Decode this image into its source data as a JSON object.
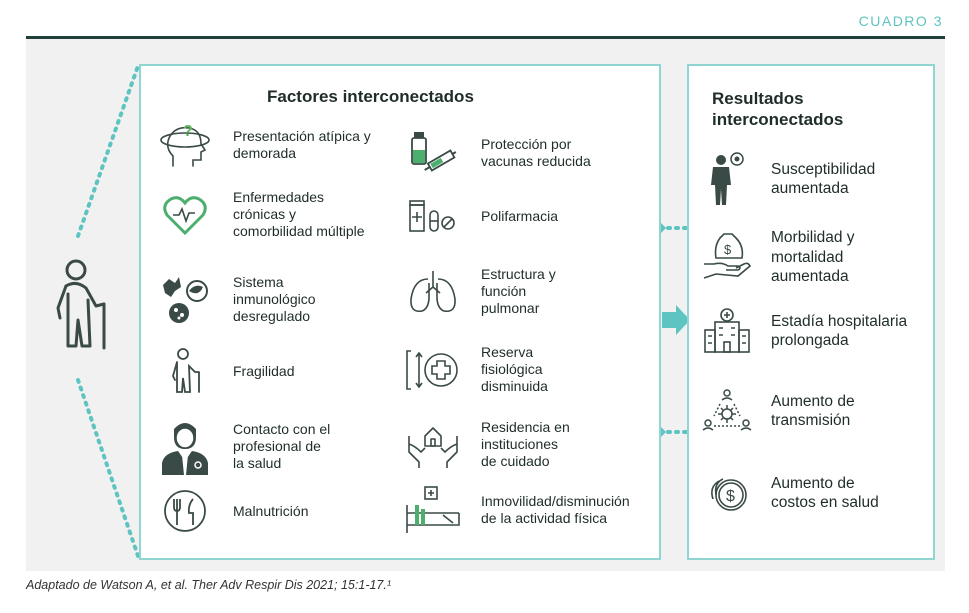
{
  "header": {
    "label": "CUADRO 3"
  },
  "left_panel": {
    "title": "Factores interconectados",
    "items_col1": [
      {
        "icon": "head-question-icon",
        "text": "Presentación atípica y\ndemorada"
      },
      {
        "icon": "heart-pulse-icon",
        "text": "Enfermedades\ncrónicas y\ncomorbilidad múltiple"
      },
      {
        "icon": "immune-cells-icon",
        "text": "Sistema\ninmunológico\ndesregulado"
      },
      {
        "icon": "frail-elder-icon",
        "text": "Fragilidad"
      },
      {
        "icon": "doctor-icon",
        "text": "Contacto con el\nprofesional de\nla salud"
      },
      {
        "icon": "plate-utensils-icon",
        "text": "Malnutrición"
      }
    ],
    "items_col2": [
      {
        "icon": "vaccine-icon",
        "text": "Protección por\nvacunas reducida"
      },
      {
        "icon": "pills-icon",
        "text": "Polifarmacia"
      },
      {
        "icon": "lungs-icon",
        "text": "Estructura y\nfunción\npulmonar"
      },
      {
        "icon": "reserve-cross-icon",
        "text": "Reserva\nfisiológica\ndisminuida"
      },
      {
        "icon": "care-home-icon",
        "text": "Residencia en\ninstituciones\nde cuidado"
      },
      {
        "icon": "hospital-bed-icon",
        "text": "Inmovilidad/disminución\nde la actividad física"
      }
    ]
  },
  "right_panel": {
    "title": "Resultados\ninterconectados",
    "items": [
      {
        "icon": "person-virus-icon",
        "text": "Susceptibilidad\naumentada"
      },
      {
        "icon": "money-hand-icon",
        "text": "Morbilidad y\nmortalidad\naumentada"
      },
      {
        "icon": "hospital-building-icon",
        "text": "Estadía hospitalaria\nprolongada"
      },
      {
        "icon": "transmission-network-icon",
        "text": "Aumento de\ntransmisión"
      },
      {
        "icon": "coins-icon",
        "text": "Aumento de\ncostos en salud"
      }
    ]
  },
  "caption": "Adaptado de Watson A, et al. Ther Adv Respir Dis 2021; 15:1-17.¹",
  "colors": {
    "accent": "#5ec4c1",
    "dark": "#1f3f3a",
    "border": "#8fd6d3",
    "icon": "#3a4a47"
  }
}
